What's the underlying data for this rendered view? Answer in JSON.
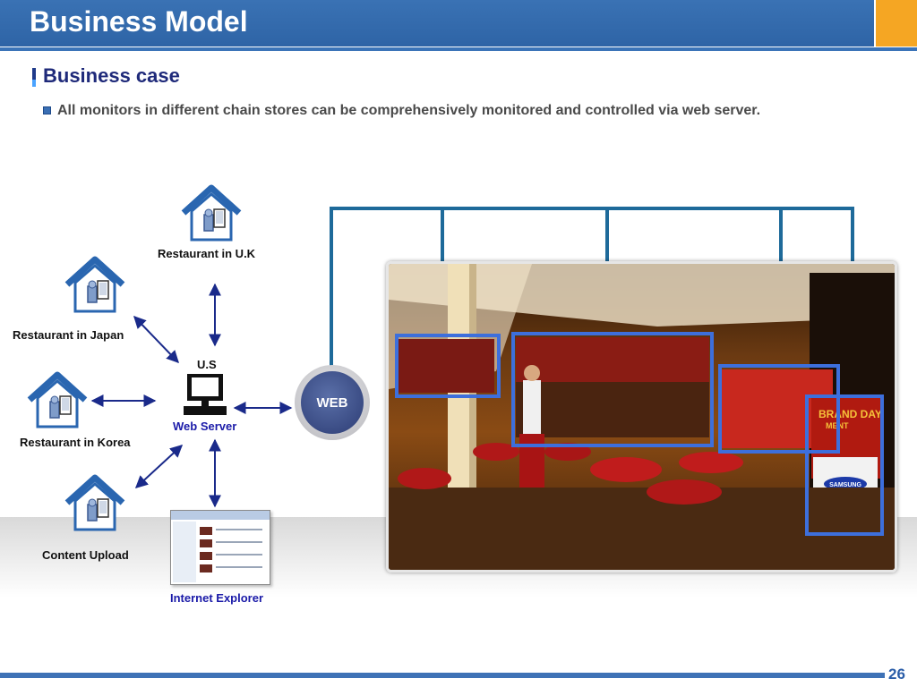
{
  "header": {
    "title": "Business Model"
  },
  "section": {
    "title": "Business case"
  },
  "bullet": {
    "text": "All monitors in different chain stores can be comprehensively monitored and controlled via web server."
  },
  "diagram": {
    "labels": {
      "uk": "Restaurant in U.K",
      "japan": "Restaurant in Japan",
      "korea": "Restaurant in Korea",
      "upload": "Content Upload",
      "us": "U.S",
      "web_server": "Web Server",
      "internet_explorer": "Internet Explorer"
    },
    "web_ball": "WEB",
    "photo_sign": {
      "line1": "BRAND DAY",
      "line2": "MENT",
      "brand": "SAMSUNG"
    }
  },
  "footer": {
    "page_number": "26"
  }
}
